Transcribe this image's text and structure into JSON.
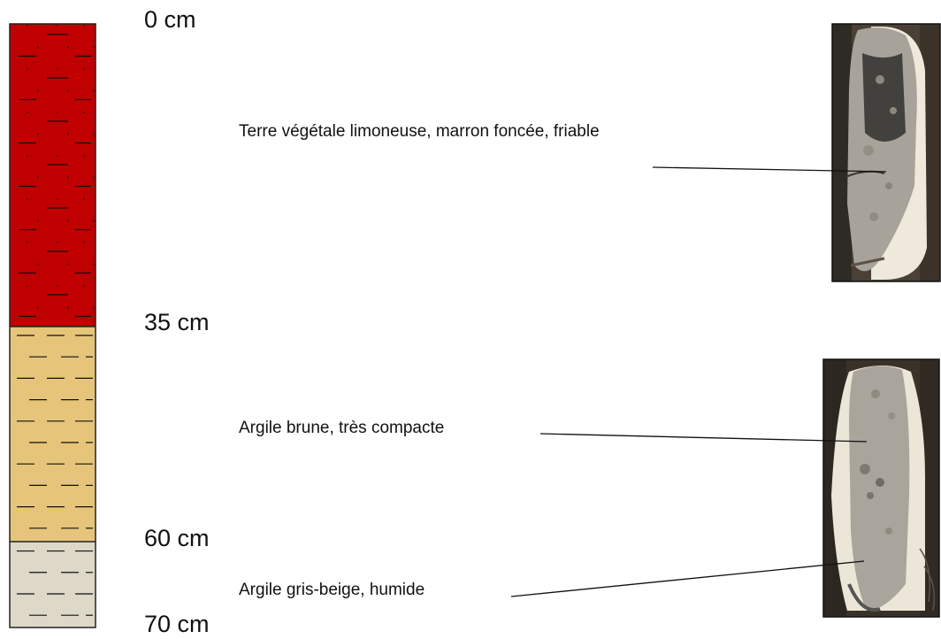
{
  "diagram": {
    "type": "soil-profile",
    "depth_unit": "cm",
    "depth_max": 70,
    "depth_labels": [
      "0 cm",
      "35 cm",
      "60 cm",
      "70 cm"
    ],
    "layers": [
      {
        "from": 0,
        "to": 35,
        "color": "#c00000",
        "pattern": "silt-dashes-dots",
        "description": "Terre végétale limoneuse, marron foncée, friable",
        "photo": "soil-core-photo-topsoil"
      },
      {
        "from": 35,
        "to": 60,
        "color": "#e6c57b",
        "pattern": "clay-dashes",
        "description": "Argile brune, très compacte",
        "photo": "soil-core-photo-clay"
      },
      {
        "from": 60,
        "to": 70,
        "color": "#ddd8c7",
        "pattern": "clay-dashes",
        "description": "Argile gris-beige, humide",
        "photo": "soil-core-photo-clay"
      }
    ],
    "colors": {
      "outline": "#222222",
      "pattern": "#111111",
      "photo_frame": "#111111",
      "soil_core": "#a8a49c",
      "tube": "#e8e2d6",
      "background_dark": "#3a3228"
    }
  }
}
